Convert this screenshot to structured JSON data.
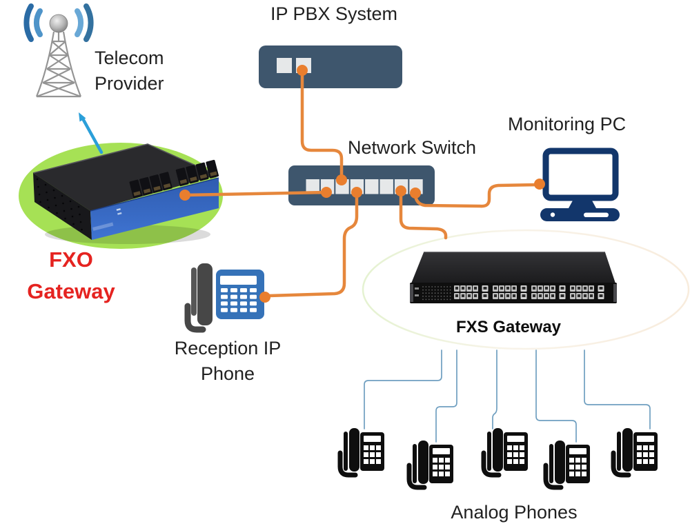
{
  "labels": {
    "ip_pbx": "IP PBX System",
    "telecom_line1": "Telecom",
    "telecom_line2": "Provider",
    "network_switch": "Network Switch",
    "monitoring_pc": "Monitoring PC",
    "fxo_line1": "FXO",
    "fxo_line2": "Gateway",
    "reception_line1": "Reception IP",
    "reception_line2": "Phone",
    "fxs": "FXS Gateway",
    "analog": "Analog Phones"
  },
  "icons": {
    "telecom-tower-icon": "lattice radio tower with blue signal waves",
    "uplink-arrow-icon": "blue arrow from FXO gateway to telecom provider",
    "fxo-gateway-device": "blue/black 8-port FXO gateway on green ellipse",
    "ip-pbx-device": "slate box with 2 ports",
    "network-switch-device": "slate box with 8 ports",
    "monitoring-pc-icon": "navy desktop monitor with base unit",
    "reception-ip-phone-icon": "blue desk IP phone with handset",
    "fxs-gateway-device": "black rack-mount 32-port FXS gateway",
    "analog-phone-icon": "black analog desk phone"
  },
  "connections": [
    {
      "from": "IP PBX System",
      "to": "Network Switch",
      "style": "orange-cable"
    },
    {
      "from": "FXO Gateway",
      "to": "Network Switch",
      "style": "orange-cable"
    },
    {
      "from": "Network Switch",
      "to": "Reception IP Phone",
      "style": "orange-cable"
    },
    {
      "from": "Network Switch",
      "to": "FXS Gateway",
      "style": "orange-cable"
    },
    {
      "from": "Network Switch",
      "to": "Monitoring PC",
      "style": "orange-cable"
    },
    {
      "from": "FXO Gateway",
      "to": "Telecom Provider",
      "style": "blue-arrow"
    },
    {
      "from": "FXS Gateway",
      "to": "Analog Phone 1",
      "style": "thin-blue-line"
    },
    {
      "from": "FXS Gateway",
      "to": "Analog Phone 2",
      "style": "thin-blue-line"
    },
    {
      "from": "FXS Gateway",
      "to": "Analog Phone 3",
      "style": "thin-blue-line"
    },
    {
      "from": "FXS Gateway",
      "to": "Analog Phone 4",
      "style": "thin-blue-line"
    },
    {
      "from": "FXS Gateway",
      "to": "Analog Phone 5",
      "style": "thin-blue-line"
    }
  ],
  "colors": {
    "label_dark": "#212121",
    "red_label": "#e52320",
    "cable_orange": "#e6873c",
    "dot_orange": "#e97e2e",
    "box_slate": "#3e566d",
    "port_light": "#e6e8e9",
    "pc_navy": "#12366b",
    "phone_blue": "#3572b8",
    "handset_gray": "#474747",
    "lime_green": "#a6e155",
    "thin_line_blue": "#6f9fc0",
    "arrow_blue": "#2b9fd9",
    "tower_gray": "#949494",
    "wave_dark": "#2a6ba5",
    "wave_mid": "#4e94c9",
    "wave_mid2": "#33719f",
    "wave_light": "#69a8d6",
    "device_black": "#161616"
  }
}
